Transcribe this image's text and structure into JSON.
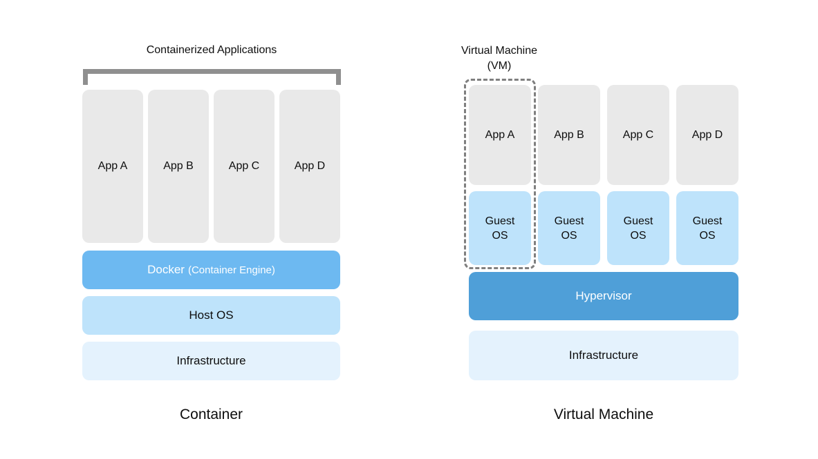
{
  "left": {
    "header": "Containerized Applications",
    "apps": [
      "App A",
      "App B",
      "App C",
      "App D"
    ],
    "layers": {
      "docker_primary": "Docker",
      "docker_secondary": "(Container Engine)",
      "host_os": "Host OS",
      "infrastructure": "Infrastructure"
    },
    "caption": "Container"
  },
  "right": {
    "header": "Virtual Machine\n(VM)",
    "apps": [
      "App A",
      "App B",
      "App C",
      "App D"
    ],
    "guest_os": [
      "Guest\nOS",
      "Guest\nOS",
      "Guest\nOS",
      "Guest\nOS"
    ],
    "layers": {
      "hypervisor": "Hypervisor",
      "infrastructure": "Infrastructure"
    },
    "caption": "Virtual Machine"
  },
  "colors": {
    "app_box": "#e9e9e9",
    "docker_bar": "#6db9f1",
    "host_os_bar": "#bee3fb",
    "guest_os_box": "#bee3fb",
    "infrastructure_bar": "#e4f2fd",
    "hypervisor_bar": "#4f9fd8",
    "bracket": "#8f8f8f",
    "vm_dashed_outline": "#7f7f7f",
    "text_dark": "#0d0d0d",
    "text_light": "#ffffff"
  }
}
